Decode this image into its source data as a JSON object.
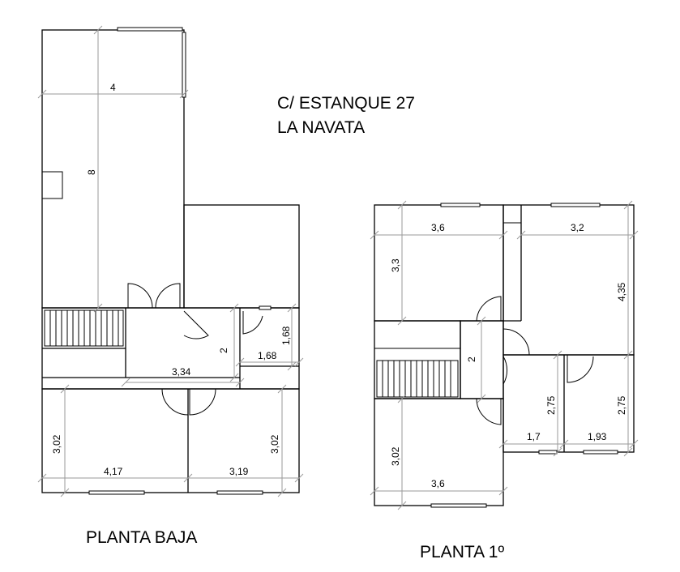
{
  "address": {
    "line1": "C/ ESTANQUE 27",
    "line2": "LA NAVATA"
  },
  "ground_floor": {
    "title": "PLANTA BAJA",
    "dims": {
      "width_top": "4",
      "length_top": "8",
      "hall_width": "3,34",
      "hall_depth": "2",
      "bath_w": "1,68",
      "bath_h": "1,68",
      "left_room_h": "3,02",
      "left_room_w": "4,17",
      "right_room_w": "3,19",
      "right_room_h": "3,02"
    }
  },
  "first_floor": {
    "title": "PLANTA 1º",
    "dims": {
      "tl_w": "3,6",
      "tl_h": "3,3",
      "tr_w": "3,2",
      "tr_h": "4,35",
      "hall": "2",
      "room_a_h": "2,75",
      "room_a_w": "1,7",
      "room_b_h": "2,75",
      "room_b_w": "1,93",
      "bl_h": "3,02",
      "bl_w": "3,6"
    }
  }
}
